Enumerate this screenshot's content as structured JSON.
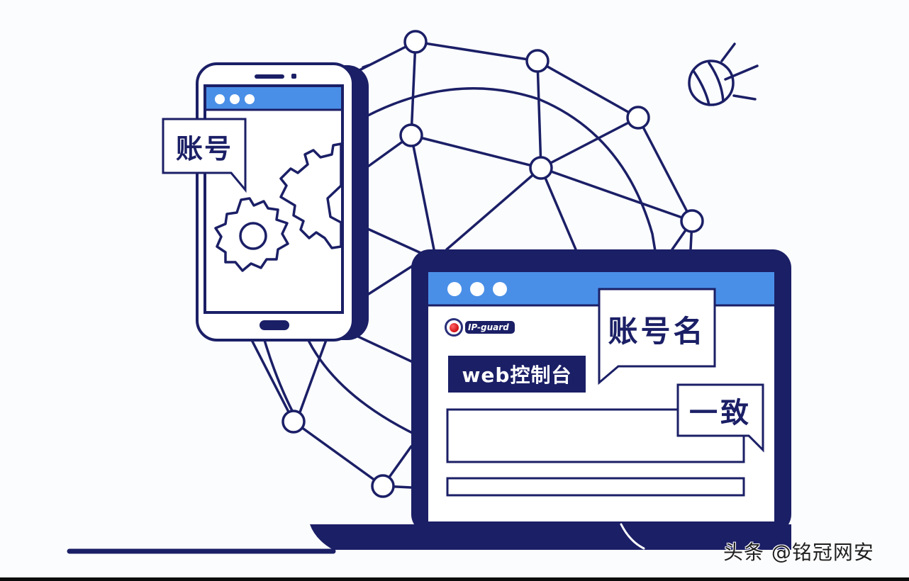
{
  "illustration": {
    "phone_bubble_label": "账号",
    "laptop_bubble_label": "账号名",
    "match_bubble_label": "一致",
    "console_label": "web控制台",
    "logo_text": "IP-guard",
    "watermark": "头条 @铭冠网安"
  },
  "colors": {
    "navy": "#1b1f66",
    "accent_blue": "#4a8fe7",
    "background": "#fbfcfe",
    "logo_red": "#d10f14",
    "white": "#ffffff"
  },
  "icons": [
    "gear-icon",
    "satellite-icon",
    "network-globe-icon",
    "window-dots-icon",
    "ip-guard-logo-icon"
  ]
}
